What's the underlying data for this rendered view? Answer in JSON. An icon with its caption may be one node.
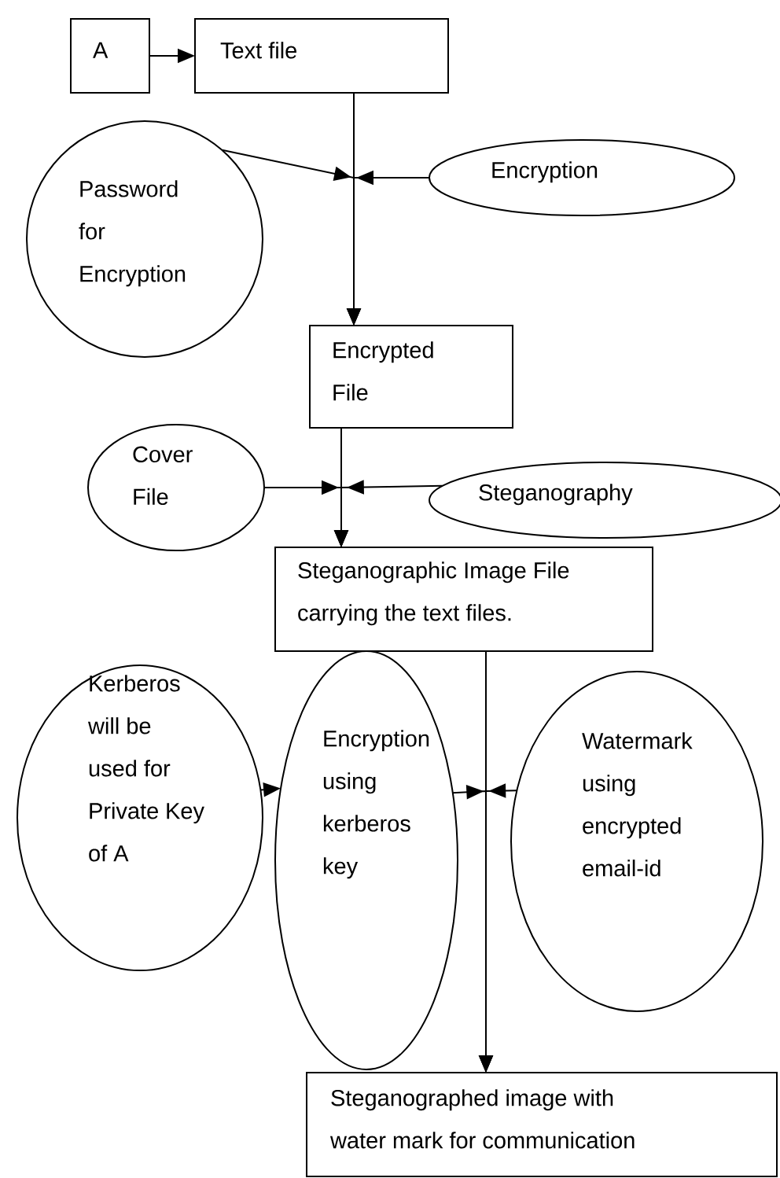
{
  "diagram": {
    "nodes": [
      {
        "text": [
          "A"
        ]
      },
      {
        "text": [
          "Text file"
        ]
      },
      {
        "text": [
          "Password for Encryption"
        ]
      },
      {
        "text": [
          "Encryption"
        ]
      },
      {
        "text": [
          "Encrypted File"
        ]
      },
      {
        "text": [
          "Cover File"
        ]
      },
      {
        "text": [
          "Steganography"
        ]
      },
      {
        "text": [
          "Steganographic Image File carrying the text files."
        ]
      },
      {
        "text": [
          "Kerberos will be used for Private Key of A"
        ]
      },
      {
        "text": [
          "Encryption using kerberos key"
        ]
      },
      {
        "text": [
          "Watermark using encrypted email-id"
        ]
      },
      {
        "text": [
          "Steganographed image with water mark for communication"
        ]
      }
    ],
    "edges": [
      {
        "from": 0,
        "to": 1,
        "arrow": "to"
      },
      {
        "from": 1,
        "to": 4,
        "arrow": "to"
      },
      {
        "from": 2,
        "to": 4,
        "arrow": "to"
      },
      {
        "from": 3,
        "to": 4,
        "arrow": "to"
      },
      {
        "from": 4,
        "to": 7,
        "arrow": "to"
      },
      {
        "from": 5,
        "to": 7,
        "arrow": "to"
      },
      {
        "from": 6,
        "to": 7,
        "arrow": "to"
      },
      {
        "from": 7,
        "to": 11,
        "arrow": "to"
      },
      {
        "from": 8,
        "to": 9,
        "arrow": "to"
      },
      {
        "from": 9,
        "to": 11,
        "arrow": "to"
      },
      {
        "from": 10,
        "to": 11,
        "arrow": "to"
      }
    ]
  }
}
